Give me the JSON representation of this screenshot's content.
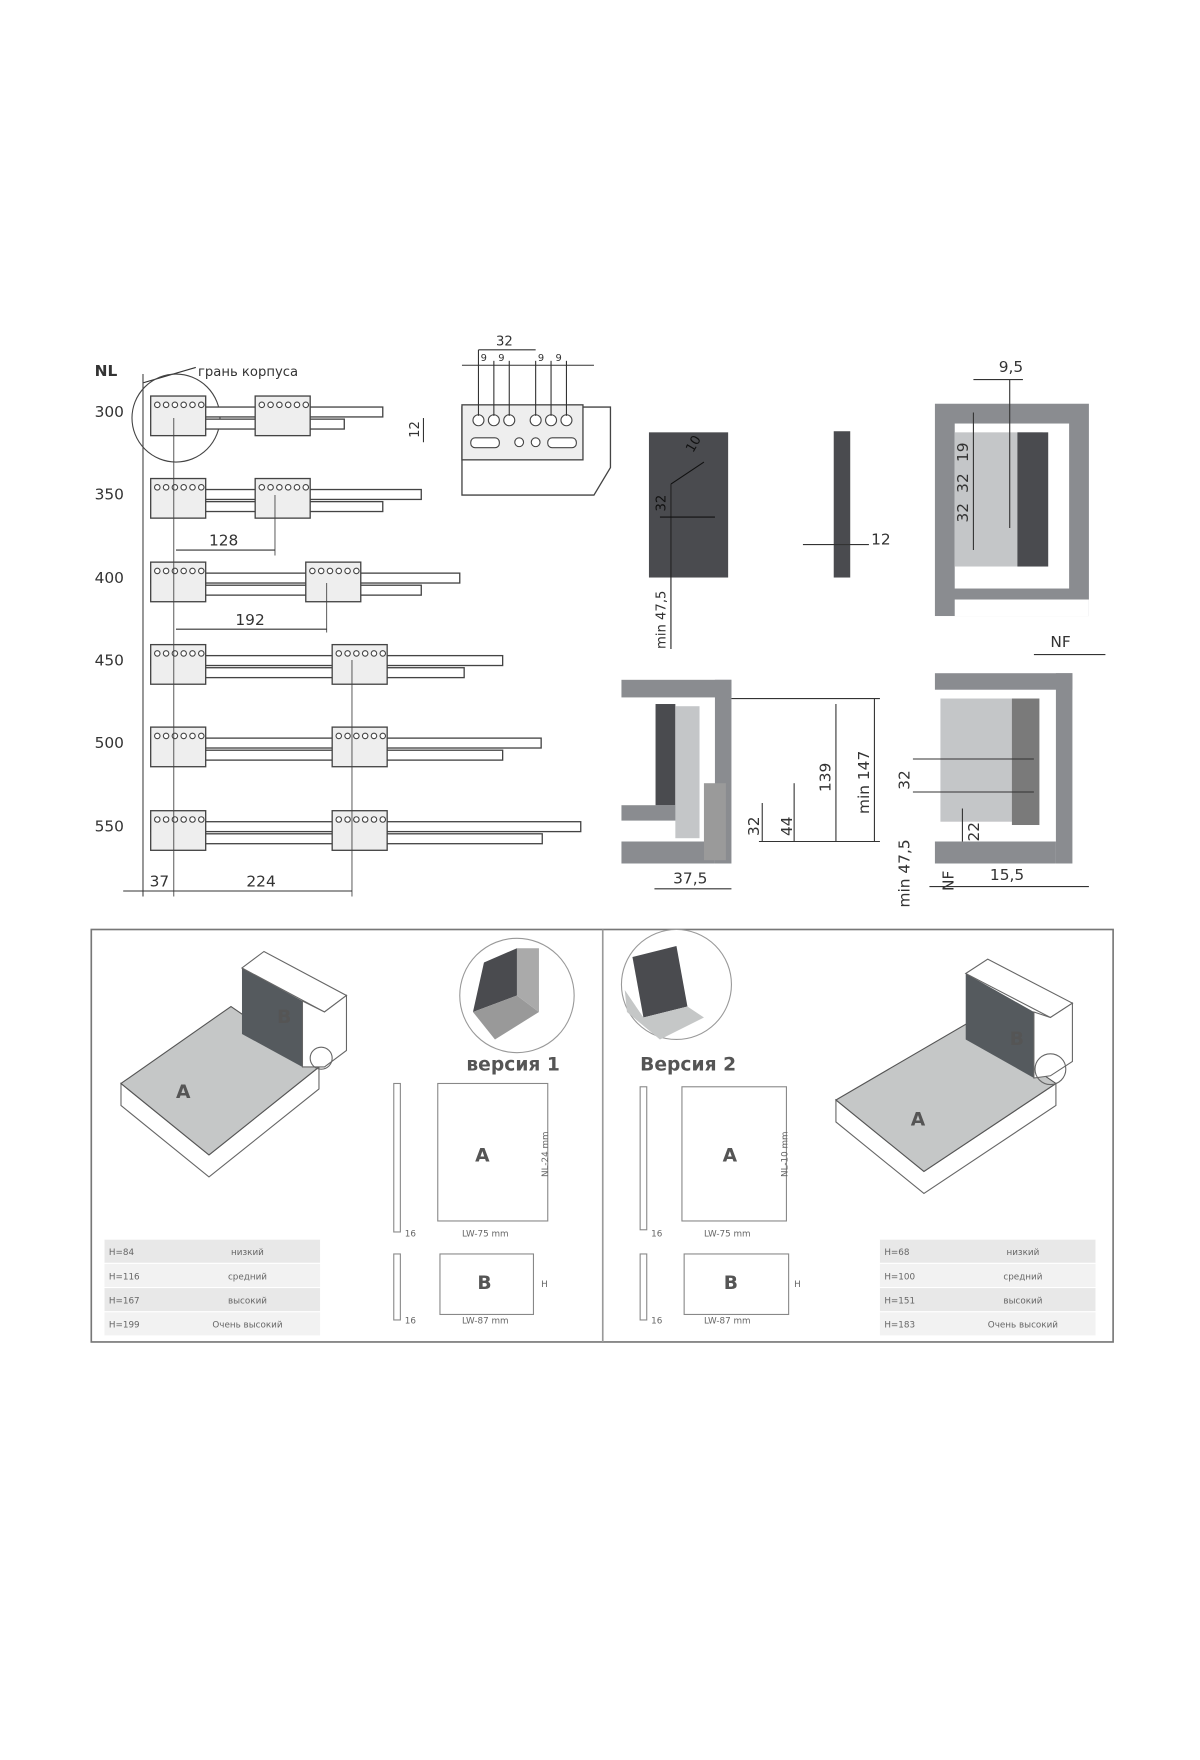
{
  "runners": {
    "nl_label": "NL",
    "edge_label": "грань корпуса",
    "rows": [
      "300",
      "350",
      "400",
      "450",
      "500",
      "550"
    ],
    "dim_128": "128",
    "dim_192": "192",
    "dim_37": "37",
    "dim_224": "224"
  },
  "hole_detail": {
    "dim_32": "32",
    "dim_9a": "9",
    "dim_9b": "9",
    "dim_9c": "9",
    "dim_9d": "9",
    "dim_12": "12"
  },
  "front_panel": {
    "dim_10": "10",
    "dim_32": "32",
    "dim_min": "min 47,5"
  },
  "side_panel": {
    "dim_12": "12"
  },
  "top_section": {
    "dim_9_5": "9,5",
    "dim_19": "19",
    "dim_32a": "32",
    "dim_32b": "32"
  },
  "side_section": {
    "dim_37_5": "37,5",
    "dim_32": "32",
    "dim_44": "44",
    "dim_139": "139",
    "dim_min147": "min 147"
  },
  "right_section": {
    "nf_top": "NF",
    "dim_32": "32",
    "dim_22": "22",
    "dim_min": "min 47,5",
    "nf_bottom": "NF",
    "dim_15_5": "15,5"
  },
  "version1": {
    "title": "версия 1",
    "label_a": "A",
    "label_b": "B",
    "a_width": "LW-75 mm",
    "a_height": "NL-24 mm",
    "b_width": "LW-87 mm",
    "b_height": "H",
    "thickness_a": "16",
    "thickness_b": "16",
    "table": [
      {
        "h": "H=84",
        "name": "низкий"
      },
      {
        "h": "H=116",
        "name": "средний"
      },
      {
        "h": "H=167",
        "name": "высокий"
      },
      {
        "h": "H=199",
        "name": "Очень высокий"
      }
    ]
  },
  "version2": {
    "title": "Версия 2",
    "label_a": "A",
    "label_b": "B",
    "a_width": "LW-75 mm",
    "a_height": "NL-10 mm",
    "b_width": "LW-87 mm",
    "b_height": "H",
    "thickness_a": "16",
    "thickness_b": "16",
    "table": [
      {
        "h": "H=68",
        "name": "низкий"
      },
      {
        "h": "H=100",
        "name": "средний"
      },
      {
        "h": "H=151",
        "name": "высокий"
      },
      {
        "h": "H=183",
        "name": "Очень высокий"
      }
    ]
  }
}
